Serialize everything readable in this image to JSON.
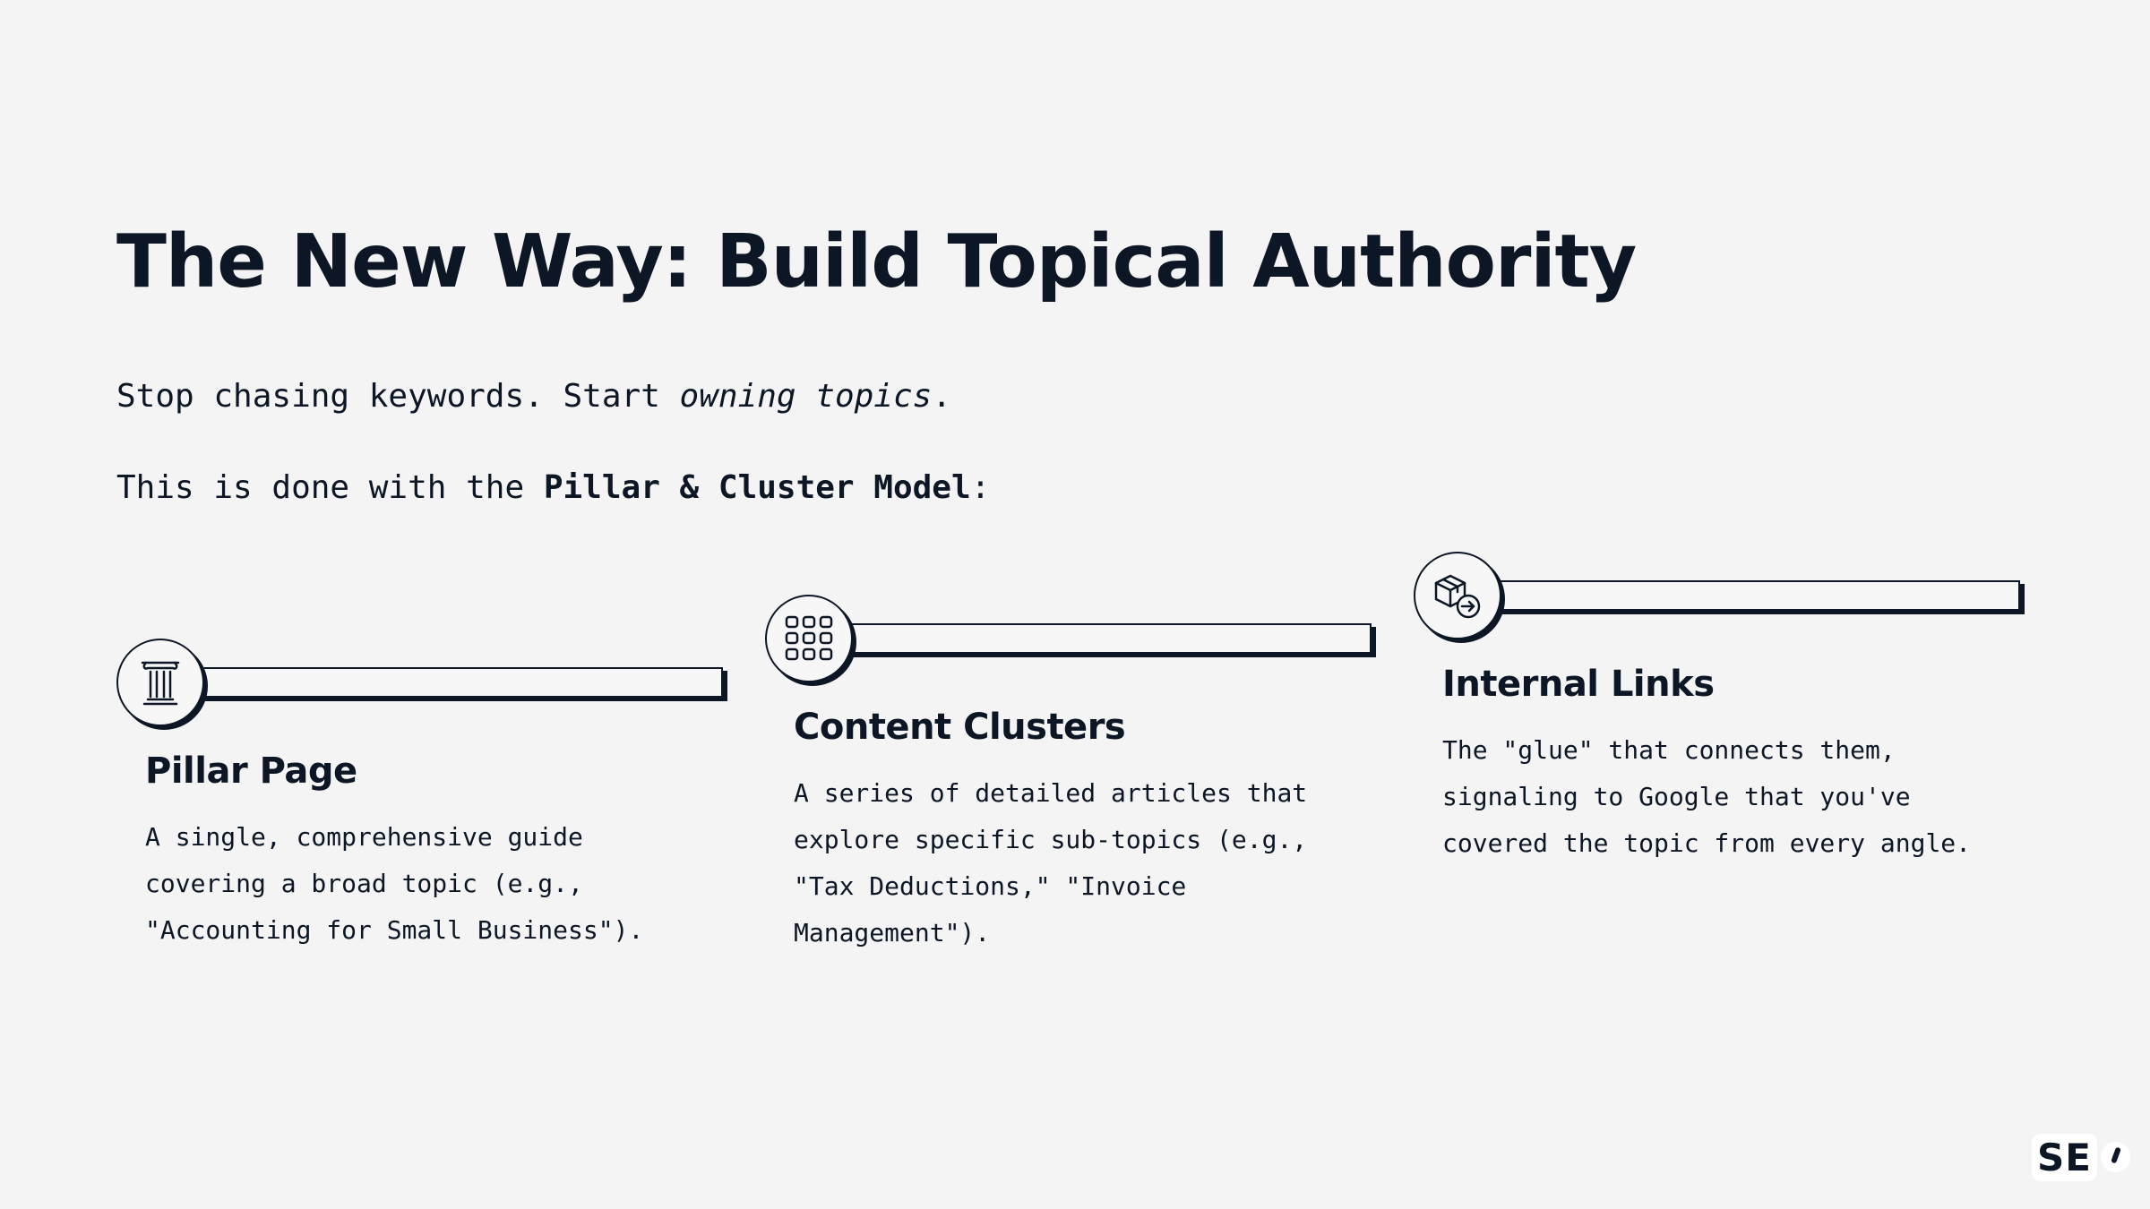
{
  "title": "The New Way: Build Topical Authority",
  "intro": {
    "line1_prefix": "Stop chasing keywords. Start ",
    "line1_emphasis": "owning topics",
    "line1_suffix": ".",
    "line2_prefix": "This is done with the ",
    "line2_strong": "Pillar & Cluster Model",
    "line2_suffix": ":"
  },
  "steps": [
    {
      "icon": "pillar-icon",
      "heading": "Pillar Page",
      "body": "A single, comprehensive guide covering a broad topic (e.g., \"Accounting for Small Business\")."
    },
    {
      "icon": "grid-icon",
      "heading": "Content Clusters",
      "body": "A series of detailed articles that explore specific sub-topics (e.g., \"Tax Deductions,\" \"Invoice Management\")."
    },
    {
      "icon": "box-link-icon",
      "heading": "Internal Links",
      "body": "The \"glue\" that connects them, signaling to Google that you've covered the topic from every angle."
    }
  ],
  "logo": {
    "text": "SE"
  },
  "colors": {
    "background": "#f4f4f4",
    "ink": "#0c1624"
  }
}
